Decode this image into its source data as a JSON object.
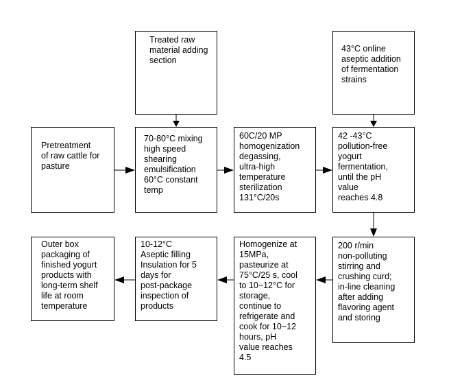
{
  "steps": {
    "raw_material_section": "Treated raw\nmaterial adding\nsection",
    "strain_addition": "43°C online\naseptic addition\nof fermentation\nstrains",
    "pretreatment": "Pretreatment\nof raw cattle for\npasture",
    "mixing": "70-80°C mixing\nhigh speed\nshearing\nemulsification\n60°C constant\ntemp",
    "homogenization": "60C/20 MP\nhomogenization\ndegassing,\nultra-high\ntemperature\nsterilization\n131°C/20s",
    "fermentation": "42 -43°C\npollution-free\nyogurt\nfermentation,\nuntil the pH\nvalue\nreaches 4.8",
    "stirring": "200 r/min\nnon-polluting\nstirring and\ncrushing curd;\nin-line cleaning\nafter adding\nflavoring agent\nand storing",
    "pasteurize": "Homogenize at\n15MPa,\npasteurize at\n75°C/25 s, cool\nto 10~12°C for\nstorage,\ncontinue to\nrefrigerate and\ncook for 10~12\nhours, pH\nvalue reaches\n4.5",
    "filling": "10-12°C\nAseptic filling\nInsulation for 5\ndays for\npost-package\ninspection of\nproducts",
    "packaging": "Outer box\npackaging of\nfinished yogurt\nproducts with\nlong-term shelf\nlife at room\ntemperature"
  }
}
